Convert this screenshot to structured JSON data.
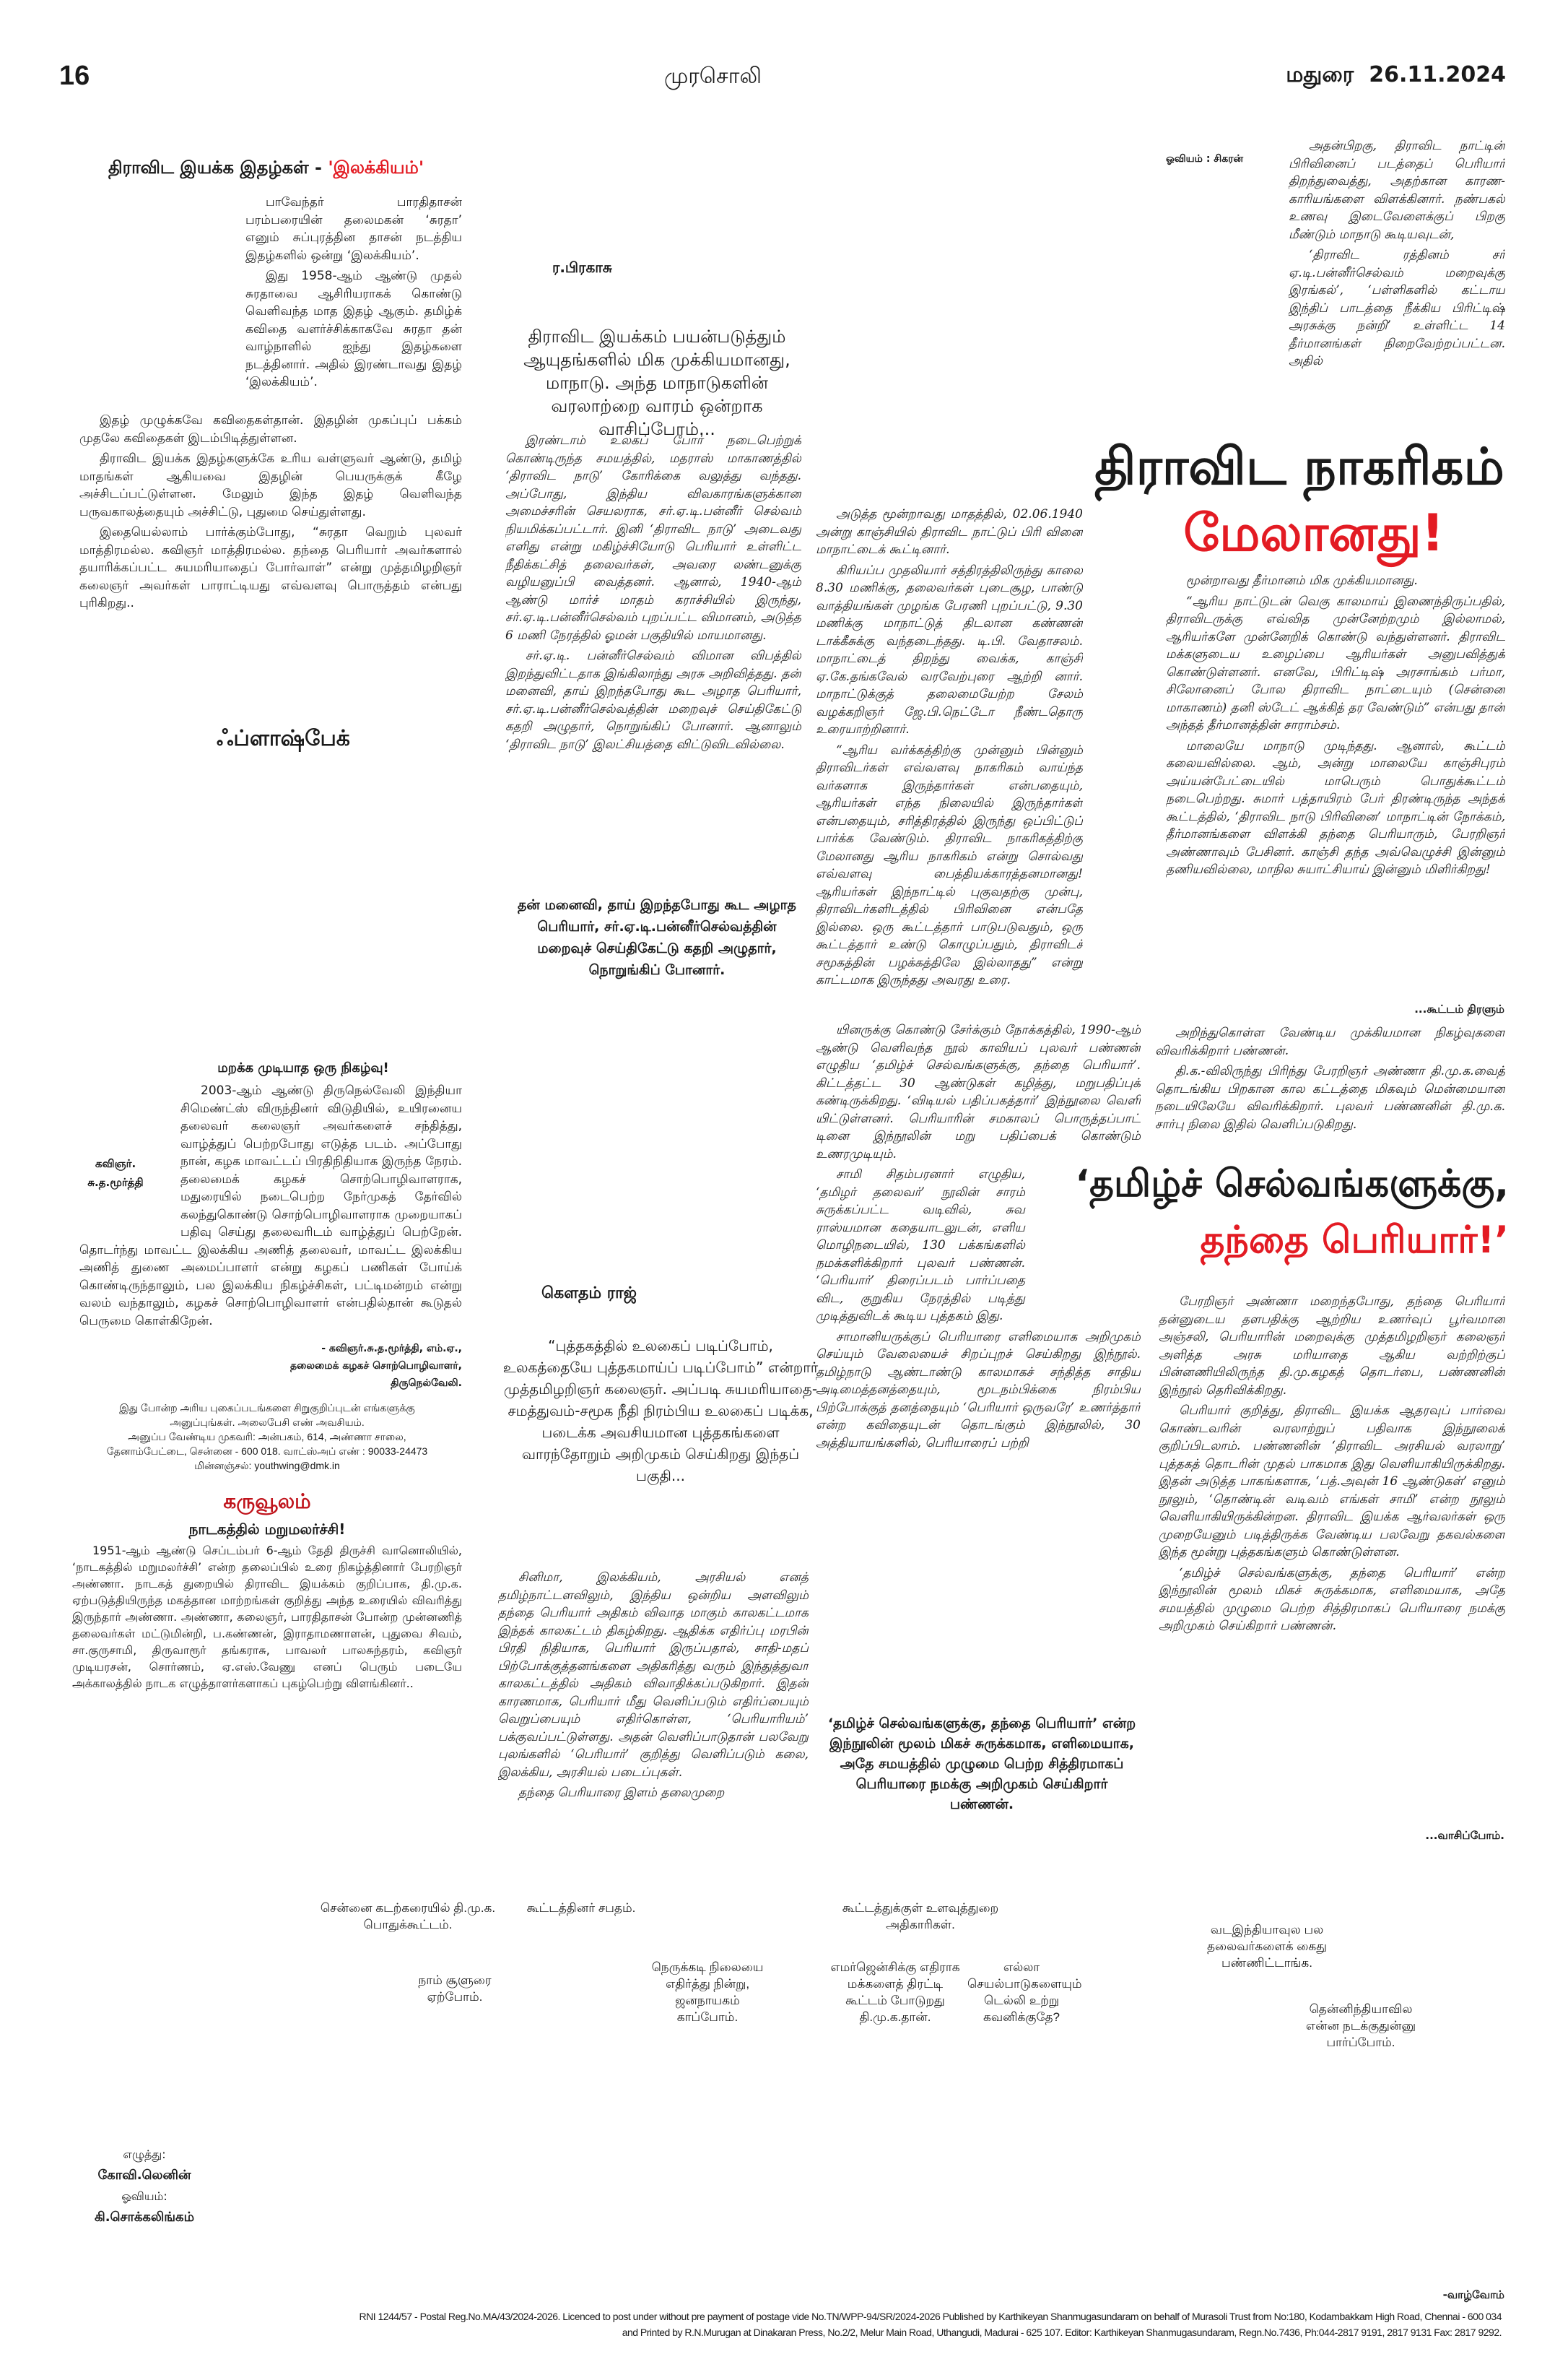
{
  "masthead": {
    "page_number": "16",
    "paper_name": "முரசொலி",
    "city": "மதுரை",
    "date": "26.11.2024"
  },
  "art_credit_top": "ஓவியம் : சிகரன்",
  "ilakkiyam": {
    "section_title": "திராவிட இயக்க இதழ்கள் - ",
    "section_title_highlight": "'இலக்கியம்'",
    "paragraphs": [
      "பாவேந்தர் பாரதிதாசன் பரம்பரையின் தலைமகன் ‘சுரதா’ எனும் சுப்புரத்தின தாசன் நடத்திய இதழ்களில் ஒன்று ‘இலக்கியம்’.",
      "இது 1958-ஆம் ஆண்டு முதல் சுரதாவை ஆசிரியராகக் கொண்டு வெளிவந்த மாத இதழ் ஆகும். தமிழ்க் கவிதை வளர்ச்சிக்காகவே சுரதா தன் வாழ்நாளில் ஐந்து இதழ்களை நடத்தினார். அதில் இரண்டாவது இதழ் ‘இலக்கியம்’.",
      "இதழ் முழுக்கவே கவிதைகள்தான். இதழின் முகப்புப் பக்கம் முதலே கவிதைகள் இடம்பிடித்துள்ளன.",
      "திராவிட இயக்க இதழ்களுக்கே உரிய வள்ளுவர் ஆண்டு, தமிழ் மாதங்கள் ஆகியவை இதழின் பெயருக்குக் கீழே அச்சிடப்பட்டுள்ளன. மேலும் இந்த இதழ் வெளிவந்த பருவகாலத்தையும் அச்சிட்டு, புதுமை செய்துள்ளது.",
      "இதையெல்லாம் பார்க்கும்போது, “சுரதா வெறும் புலவர் மாத்திரமல்ல. கவிஞர் மாத்திரமல்ல. தந்தை பெரியார் அவர்களால் தயாரிக்கப்பட்ட சுயமரியாதைப் போர்வாள்” என்று முத்தமிழறிஞர் கலைஞர் அவர்கள் பாராட்டியது எவ்வளவு பொருத்தம் என்பது புரிகிறது.."
    ]
  },
  "flashback": {
    "title": "ஃப்ளாஷ்பேக்",
    "subtitle": "மறக்க முடியாத ஒரு நிகழ்வு!",
    "photo_caption_name": "கவிஞர். சு.த.மூர்த்தி",
    "paragraphs": [
      "2003-ஆம் ஆண்டு திருநெல்வேலி இந்தியா சிமெண்ட்ஸ் விருந்தினர் விடுதியில், உயிரனைய தலைவர் கலைஞர் அவர்களைச் சந்தித்து, வாழ்த்துப் பெற்றபோது எடுத்த படம். அப்போது நான், கழக மாவட்டப் பிரதிநிதியாக இருந்த நேரம். தலைமைக் கழகச் சொற்பொழிவாளராக, மதுரையில் நடைபெற்ற நேர்முகத் தேர்வில் கலந்துகொண்டு சொற்பொழிவாளராக முறையாகப் பதிவு செய்து தலைவரிடம் வாழ்த்துப் பெற்றேன். தொடர்ந்து மாவட்ட இலக்கிய அணித் தலைவர், மாவட்ட இலக்கிய அணித் துணை அமைப்பாளர் என்று கழகப் பணிகள் போய்க் கொண்டிருந்தாலும், பல இலக்கிய நிகழ்ச்சிகள், பட்டிமன்றம் என்று வலம் வந்தாலும், கழகச் சொற்பொழிவாளர் என்பதில்தான் கூடுதல் பெருமை கொள்கிறேன்."
    ],
    "signature": [
      "- கவிஞர்.சு.த.மூர்த்தி, எம்.ஏ.,",
      "தலைமைக் கழகச் சொற்பொழிவாளர்,",
      "திருநெல்வேலி."
    ],
    "contact": [
      "இது போன்ற அரிய புகைப்படங்களை சிறுகுறிப்புடன் எங்களுக்கு",
      "அனுப்புங்கள். அலைபேசி எண் அவசியம்.",
      "அனுப்ப வேண்டிய முகவரி: அன்பகம், 614, அண்ணா சாலை,",
      "தேனாம்பேட்டை, சென்னை - 600 018. வாட்ஸ்அப் எண் : 90033-24473",
      "மின்னஞ்சல்: youthwing@dmk.in"
    ]
  },
  "karuvoolam": {
    "title": "கருவூலம்",
    "subtitle": "நாடகத்தில் மறுமலர்ச்சி!",
    "paragraph": "1951-ஆம் ஆண்டு செப்டம்பர் 6-ஆம் தேதி திருச்சி வானொலியில், ‘நாடகத்தில் மறுமலர்ச்சி’ என்ற தலைப்பில் உரை நிகழ்த்தினார் பேரறிஞர் அண்ணா. நாடகத் துறையில் திராவிட இயக்கம் குறிப்பாக, தி.மு.க. ஏற்படுத்தியிருந்த மகத்தான மாற்றங்கள் குறித்து அந்த உரையில் விவரித்து இருந்தார் அண்ணா. அண்ணா, கலைஞர், பாரதிதாசன் போன்ற முன்னணித் தலைவர்கள் மட்டுமின்றி, ப.கண்ணன், இராதாமணாளன், புதுவை சிவம், சா.குருசாமி, திருவாரூர் தங்கராசு, பாவலர் பாலசுந்தரம், கவிஞர் முடியரசன், சொர்ணம், ஏ.எஸ்.வேணு எனப் பெரும் படையே அக்காலத்தில் நாடக எழுத்தாளர்களாகப் புகழ்பெற்று விளங்கினர்.."
  },
  "maanadu": {
    "byline": "ர.பிரகாசு",
    "deck": "திராவிட இயக்கம் பயன்படுத்தும் ஆயுதங்களில் மிக முக்கியமானது, மாநாடு. அந்த மாநாடுகளின் வரலாற்றை வாரம் ஒன்றாக வாசிப்போம்...",
    "headline_line1": "திராவிட நாகரிகம்",
    "headline_line2": "மேலானது!",
    "pull_quote": "தன் மனைவி, தாய் இறந்தபோது கூட அழாத பெரியார், சர்.ஏ.டி.பன்னீர்செல்வத்தின் மறைவுச் செய்திகேட்டு கதறி அழுதார், நொறுங்கிப் போனார்.",
    "col1": [
      "இரண்டாம் உலகப் போர் நடைபெற்றுக் கொண்டிருந்த சமயத்தில், மதராஸ் மாகாணத்தில் ‘திராவிட நாடு’ கோரிக்கை வலுத்து வந்தது. அப்போது, இந்திய விவகாரங்களுக்கான அமைச்சரின் செயலராக, சர்.ஏ.டி.பன்னீர் செல்வம் நியமிக்கப்பட்டார். இனி ‘திராவிட நாடு’ அடைவது எளிது என்று மகிழ்ச்சியோடு பெரியார் உள்ளிட்ட நீதிக்கட்சித் தலைவர்கள், அவரை லண்டனுக்கு வழியனுப்பி வைத்தனர். ஆனால், 1940-ஆம் ஆண்டு மார்ச் மாதம் கராச்சியில் இருந்து, சர்.ஏ.டி.பன்னீர்செல்வம் புறப்பட்ட விமானம், அடுத்த 6 மணி நேரத்தில் ஓமன் பகுதியில் மாயமானது.",
      "சர்.ஏ.டி. பன்னீர்செல்வம் விமான விபத்தில் இறந்துவிட்டதாக இங்கிலாந்து அரசு அறிவித்தது. தன் மனைவி, தாய் இறந்தபோது கூட அழாத பெரியார், சர்.ஏ.டி.பன்னீர்செல்வத்தின் மறைவுச் செய்திகேட்டு கதறி அழுதார், நொறுங்கிப் போனார். ஆனாலும் ‘திராவிட நாடு’ இலட்சியத்தை விட்டுவிடவில்லை."
    ],
    "col2": [
      "அடுத்த மூன்றாவது மாதத்தில், 02.06.1940 அன்று காஞ்சியில் திராவிட நாட்டுப் பிரி வினை மாநாட்டைக் கூட்டினார்.",
      "கிரியப்ப முதலியார் சத்திரத்திலிருந்து காலை 8.30 மணிக்கு, தலைவர்கள் புடைசூழ, பாண்டு வாத்தியங்கள் முழங்க பேரணி புறப்பட்டு, 9.30 மணிக்கு மாநாட்டுத் திடலான கண்ணன் டாக்கீசுக்கு வந்தடைந்தது. டி.பி. வேதாசலம். மாநாட்டைத் திறந்து வைக்க, காஞ்சி ஏ.கே.தங்கவேல் வரவேற்புரை ஆற்றி னார். மாநாட்டுக்குத் தலைமையேற்ற சேலம் வழக்கறிஞர் ஜே.பி.நெட்டோ நீண்டதொரு உரையாற்றினார்.",
      "“ஆரிய வர்க்கத்திற்கு முன்னும் பின்னும் திராவிடர்கள் எவ்வளவு நாகரிகம் வாய்ந்த வர்களாக இருந்தார்கள் என்பதையும், ஆரியர்கள் எந்த நிலையில் இருந்தார்கள் என்பதையும், சரித்திரத்தில் இருந்து ஒப்பிட்டுப் பார்க்க வேண்டும். திராவிட நாகரிகத்திற்கு மேலானது ஆரிய நாகரிகம் என்று சொல்வது எவ்வளவு பைத்தியக்காரத்தனமானது! ஆரியர்கள் இந்நாட்டில் புகுவதற்கு முன்பு, திராவிடர்களிடத்தில் பிரிவினை என்பதே இல்லை. ஒரு கூட்டத்தார் பாடுபடுவதும், ஒரு கூட்டத்தார் உண்டு கொழுப்பதும், திராவிடச் சமூகத்தின் பழக்கத்திலே இல்லாதது” என்று காட்டமாக இருந்தது அவரது உரை."
    ],
    "col3_top": [
      "அதன்பிறகு, திராவிட நாட்டின் பிரிவினைப் படத்தைப் பெரியார் திறந்துவைத்து, அதற்கான காரண- காரியங்களை விளக்கினார். நண்பகல் உணவு இடைவேளைக்குப் பிறகு மீண்டும் மாநாடு கூடியவுடன்,",
      "‘திராவிட ரத்தினம் சர் ஏ.டி.பன்னீர்செல்வம் மறைவுக்கு இரங்கல்’, ‘பள்ளிகளில் கட்டாய இந்திப் பாடத்தை நீக்கிய பிரிட்டிஷ் அரசுக்கு நன்றி’ உள்ளிட்ட 14 தீர்மானங்கள் நிறைவேற்றப்பட்டன. அதில்"
    ],
    "col3": [
      "மூன்றாவது தீர்மானம் மிக முக்கியமானது.",
      "“ஆரிய நாட்டுடன் வெகு காலமாய் இணைந்திருப்பதில், திராவிடருக்கு எவ்வித முன்னேற்றமும் இல்லாமல், ஆரியர்களே முன்னேறிக் கொண்டு வந்துள்ளனர். திராவிட மக்களுடைய உழைப்பை ஆரியர்கள் அனுபவித்துக் கொண்டுள்ளனர். எனவே, பிரிட்டிஷ் அரசாங்கம் பர்மா, சிலோனைப் போல திராவிட நாட்டையும் (சென்னை மாகாணம்) தனி ஸ்டேட் ஆக்கித் தர வேண்டும்” என்பது தான் அந்தத் தீர்மானத்தின் சாராம்சம்.",
      "மாலையே மாநாடு முடிந்தது. ஆனால், கூட்டம் கலையவில்லை. ஆம், அன்று மாலையே காஞ்சிபுரம் அய்யன்பேட்டையில் மாபெரும் பொதுக்கூட்டம் நடைபெற்றது. சுமார் பத்தாயிரம் பேர் திரண்டிருந்த அந்தக் கூட்டத்தில், ‘திராவிட நாடு பிரிவினை’ மாநாட்டின் நோக்கம், தீர்மானங்களை விளக்கி தந்தை பெரியாரும், பேரறிஞர் அண்ணாவும் பேசினர். காஞ்சி தந்த அவ்வெழுச்சி இன்னும் தணியவில்லை, மாநில சுயாட்சியாய் இன்னும் மிளிர்கிறது!"
    ],
    "sign_off": "...கூட்டம் திரளும்"
  },
  "book_review": {
    "byline": "கௌதம் ராஜ்",
    "deck": "“புத்தகத்தில் உலகைப் படிப்போம், உலகத்தையே புத்தகமாய்ப் படிப்போம்” என்றார் முத்தமிழறிஞர் கலைஞர். அப்படி சுயமரியாதை-சமத்துவம்-சமூக நீதி நிரம்பிய உலகைப் படிக்க, படைக்க அவசியமான புத்தகங்களை வாரந்தோறும் அறிமுகம் செய்கிறது இந்தப் பகுதி...",
    "headline_line1": "‘தமிழ்ச் செல்வங்களுக்கு,",
    "headline_line2": "தந்தை பெரியார்!’",
    "pull_quote": "‘தமிழ்ச் செல்வங்களுக்கு, தந்தை பெரியார்’ என்ற இந்நூலின் மூலம் மிகச் சுருக்கமாக, எளிமையாக, அதே சமயத்தில் முழுமை பெற்ற சித்திரமாகப் பெரியாரை நமக்கு அறிமுகம் செய்கிறார் பண்ணன்.",
    "col1": [
      "சினிமா, இலக்கியம், அரசியல் எனத் தமிழ்நாட்டளவிலும், இந்திய ஒன்றிய அளவிலும் தந்தை பெரியார் அதிகம் விவாத மாகும் காலகட்டமாக இந்தக் காலகட்டம் திகழ்கிறது. ஆதிக்க எதிர்ப்பு மரபின் பிரதி நிதியாக, பெரியார் இருப்பதால், சாதி-மதப் பிற்போக்குத்தனங்களை அதிகரித்து வரும் இந்துத்துவா காலகட்டத்தில் அதிகம் விவாதிக்கப்படுகிறார். இதன் காரணமாக, பெரியார் மீது வெளிப்படும் எதிர்ப்பையும் வெறுப்பையும் எதிர்கொள்ள, ‘பெரியாரியம்’ பக்குவப்பட்டுள்ளது. அதன் வெளிப்பாடுதான் பலவேறு புலங்களில் ‘பெரியார்’ குறித்து வெளிப்படும் கலை, இலக்கிய, அரசியல் படைப்புகள்.",
      "தந்தை பெரியாரை இளம் தலைமுறை"
    ],
    "col2": [
      "யினருக்கு கொண்டு சேர்க்கும் நோக்கத்தில், 1990-ஆம் ஆண்டு வெளிவந்த நூல் காவியப் புலவர் பண்ணன் எழுதிய ‘தமிழ்ச் செல்வங்களுக்கு, தந்தை பெரியார்’. கிட்டத்தட்ட 30 ஆண்டுகள் கழித்து, மறுபதிப்புக் கண்டிருக்கிறது. ‘விடியல் பதிப்பகத்தார்’ இந்நூலை வெளி யிட்டுள்ளனர். பெரியாரின் சமகாலப் பொருத்தப்பாட் டினை இந்நூலின் மறு பதிப்பைக் கொண்டும் உணரமுடியும்.",
      "சாமி சிதம்பரனார் எழுதிய, ‘தமிழர் தலைவர்’ நூலின் சாரம் சுருக்கப்பட்ட வடிவில், சுவ ராஸ்யமான கதையாடலுடன், எளிய மொழிநடையில், 130 பக்கங்களில் நமக்களிக்கிறார் புலவர் பண்ணன். ‘பெரியார்’ திரைப்படம் பார்ப்பதை விட, குறுகிய நேரத்தில் படித்து முடித்துவிடக் கூடிய புத்தகம் இது.",
      "சாமானியருக்குப் பெரியாரை எளிமையாக அறிமுகம் செய்யும் வேலையைச் சிறப்புறச் செய்கிறது இந்நூல். தமிழ்நாடு ஆண்டாண்டு காலமாகச் சந்தித்த சாதிய அடிமைத்தனத்தையும், மூடநம்பிக்கை நிரம்பிய பிற்போக்குத் தனத்தையும் ‘பெரியார் ஒருவரே’ உணர்த்தார் என்ற கவிதையுடன் தொடங்கும் இந்நூலில், 30 அத்தியாயங்களில், பெரியாரைப் பற்றி"
    ],
    "col3_top": [
      "அறிந்துகொள்ள வேண்டிய முக்கியமான நிகழ்வுகளை விவரிக்கிறார் பண்ணன்.",
      "தி.க.-விலிருந்து பிரிந்து பேரறிஞர் அண்ணா தி.மு.க.வைத் தொடங்கிய பிறகான கால கட்டத்தை மிகவும் மென்மையான நடையிலேயே விவரிக்கிறார். புலவர் பண்ணனின் தி.மு.க. சார்பு நிலை இதில் வெளிப்படுகிறது."
    ],
    "col3": [
      "பேரறிஞர் அண்ணா மறைந்தபோது, தந்தை பெரியார் தன்னுடைய தளபதிக்கு ஆற்றிய உணர்வுப் பூர்வமான அஞ்சலி, பெரியாரின் மறைவுக்கு முத்தமிழறிஞர் கலைஞர் அளித்த அரசு மரியாதை ஆகிய வற்றிற்குப் பின்னணியிலிருந்த தி.மு.கழகத் தொடர்பை, பண்ணனின் இந்நூல் தெரிவிக்கிறது.",
      "பெரியார் குறித்து, திராவிட இயக்க ஆதரவுப் பார்வை கொண்டவரின் வரலாற்றுப் பதிவாக இந்நூலைக் குறிப்பிடலாம். பண்ணனின் ‘திராவிட அரசியல் வரலாறு’ புத்தகத் தொடரின் முதல் பாகமாக இது வெளியாகியிருக்கிறது. இதன் அடுத்த பாகங்களாக, ‘பத்.அவுன் 16 ஆண்டுகள்’ எனும் நூலும், ‘தொண்டின் வடிவம் எங்கள் சாமி’ என்ற நூலும் வெளியாகியிருக்கின்றன. திராவிட இயக்க ஆர்வலர்கள் ஒரு முறையேனும் படித்திருக்க வேண்டிய பலவேறு தகவல்களை இந்த மூன்று புத்தகங்களும் கொண்டுள்ளன.",
      "‘தமிழ்ச் செல்வங்களுக்கு, தந்தை பெரியார்’ என்ற இந்நூலின் மூலம் மிகச் சுருக்கமாக, எளிமையாக, அதே சமயத்தில் முழுமை பெற்ற சித்திரமாகப் பெரியாரை நமக்கு அறிமுகம் செய்கிறார் பண்ணன்."
    ],
    "sign_off": "...வாசிப்போம்."
  },
  "comic": {
    "captions": [
      "சென்னை கடற்கரையில் தி.மு.க. பொதுக்கூட்டம்.",
      "கூட்டத்தினர் சபதம்.",
      "கூட்டத்துக்குள் உளவுத்துறை அதிகாரிகள்.",
      "வடஇந்தியாவுல பல தலைவர்களைக் கைது பண்ணிட்டாங்க.",
      "நாம் சூளுரை ஏற்போம்.",
      "நெருக்கடி நிலையை எதிர்த்து நின்று, ஜனநாயகம் காப்போம்.",
      "எமர்ஜென்சிக்கு எதிராக மக்களைத் திரட்டி கூட்டம் போடுறது தி.மு.க.தான்.",
      "எல்லா செயல்பாடுகளையும் டெல்லி உற்று கவனிக்குதே?",
      "தென்னிந்தியாவில என்ன நடக்குதுன்னு பார்ப்போம்."
    ],
    "writer_label": "எழுத்து:",
    "writer": "கோவி.லெனின்",
    "artist_label": "ஓவியம்:",
    "artist": "கி.சொக்கலிங்கம்",
    "sign_off": "-வாழ்வோம்"
  },
  "imprint": [
    "RNI 1244/57 - Postal Reg.No.MA/43/2024-2026. Licenced to post under without pre payment of postage vide No.TN/WPP-94/SR/2024-2026 Published by Karthikeyan Shanmugasundaram on behalf of Murasoli Trust from No:180, Kodambakkam High Road, Chennai - 600 034",
    "and Printed by R.N.Murugan at Dinakaran Press, No.2/2, Melur Main Road, Uthangudi, Madurai - 625 107. Editor: Karthikeyan Shanmugasundaram, Regn.No.7436, Ph:044-2817 9191, 2817 9131 Fax: 2817 9292."
  ],
  "colors": {
    "accent_red": "#e31b23",
    "dark_red": "#c0141c",
    "text": "#1a1a1a"
  }
}
